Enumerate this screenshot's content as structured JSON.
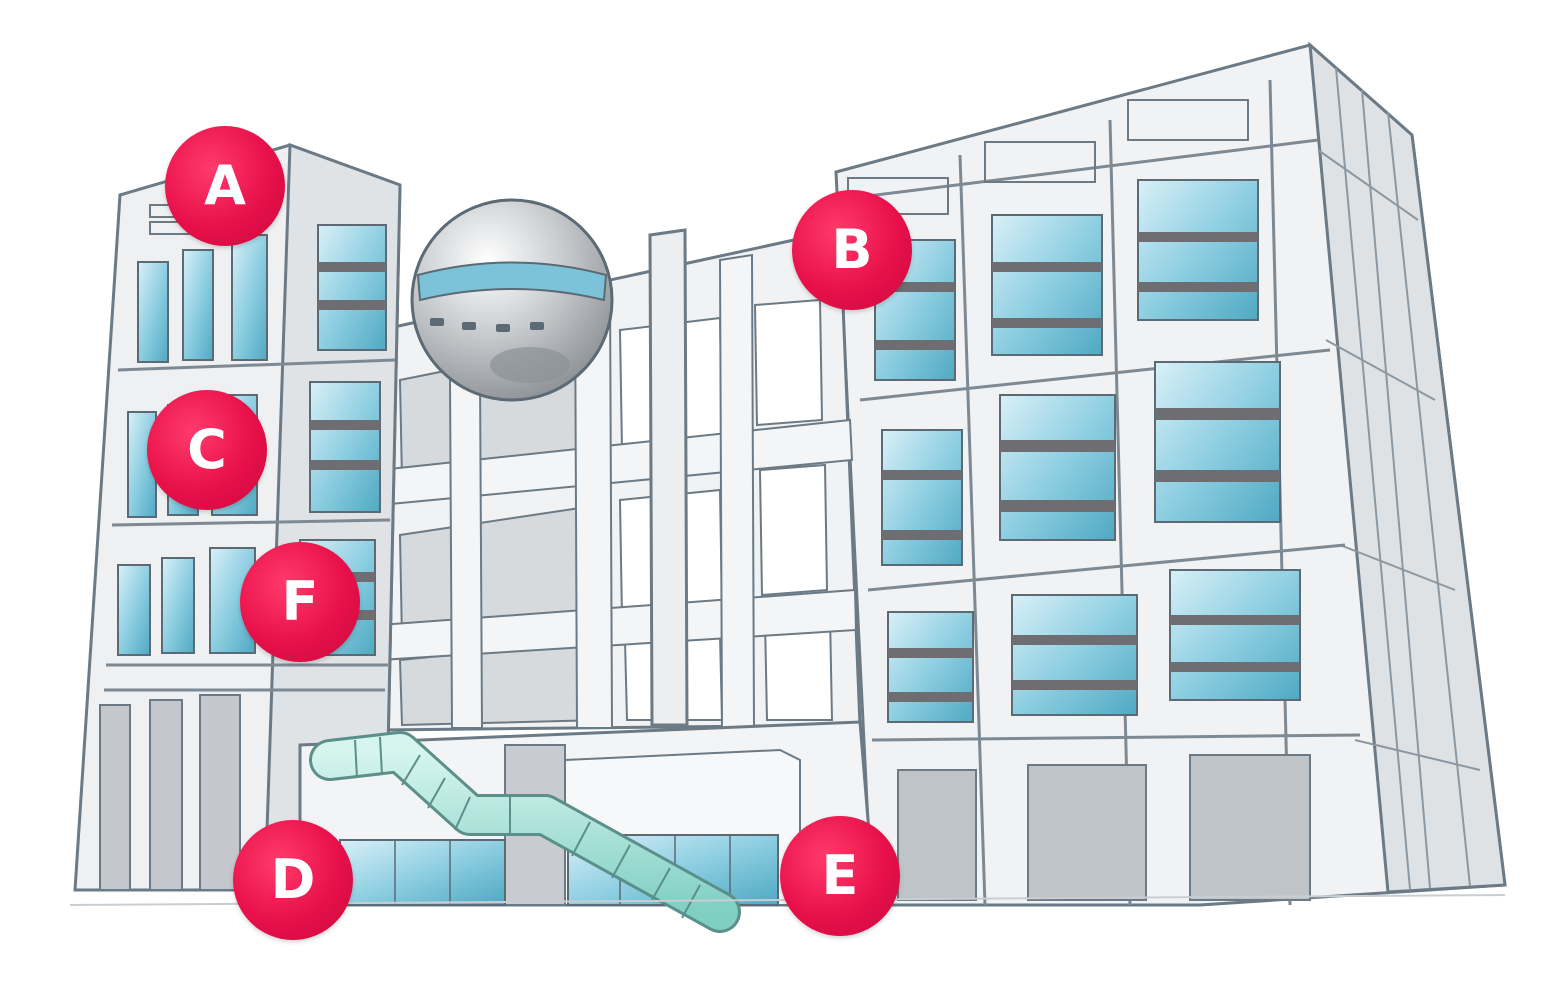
{
  "markers": {
    "a": "A",
    "b": "B",
    "c": "C",
    "d": "D",
    "e": "E",
    "f": "F"
  },
  "colors": {
    "marker": "#e8104a",
    "building": "#e6e8ea",
    "frame": "#f3f4f5",
    "outline": "#6b7a85",
    "glass": "#9fd4e4",
    "glass_dark": "#4fa9c3",
    "sphere": "#bfc3c7",
    "tube": "#a6e2d8"
  }
}
